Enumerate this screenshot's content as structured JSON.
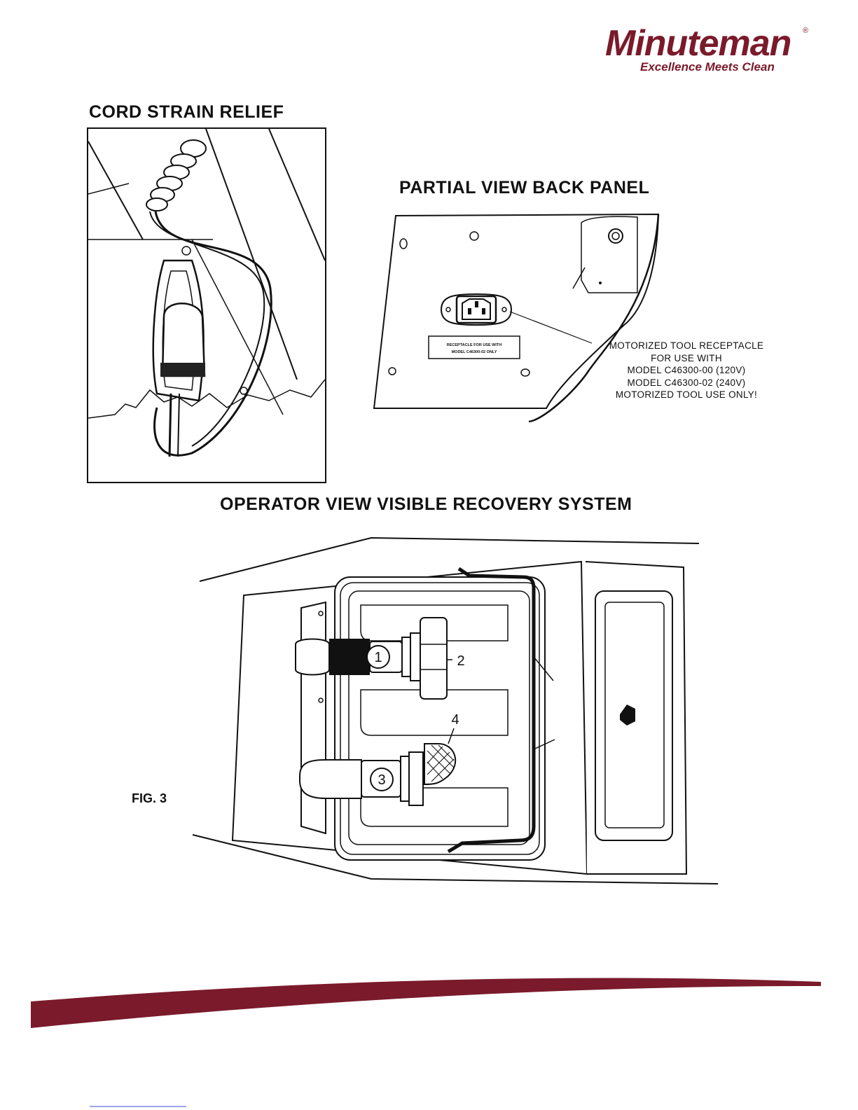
{
  "brand": {
    "name": "Minuteman",
    "registered_mark": "®",
    "tagline": "Excellence Meets Clean",
    "color": "#7a1a2b"
  },
  "cord_strain_relief": {
    "title": "CORD STRAIN RELIEF"
  },
  "back_panel": {
    "title": "PARTIAL VIEW BACK PANEL",
    "receptacle_label": "RECEPTACLE FOR USE WITH MODEL C46300-02 ONLY",
    "callout_lines": [
      "MOTORIZED TOOL RECEPTACLE",
      "FOR USE WITH",
      "MODEL C46300-00 (120V)",
      "MODEL C46300-02 (240V)",
      "MOTORIZED TOOL USE ONLY!"
    ]
  },
  "recovery_system": {
    "title": "OPERATOR VIEW VISIBLE RECOVERY SYSTEM",
    "figure_label": "FIG. 3",
    "callouts": [
      "1",
      "2",
      "3",
      "4"
    ]
  },
  "colors": {
    "accent": "#7a1a2b",
    "ink": "#111111"
  }
}
